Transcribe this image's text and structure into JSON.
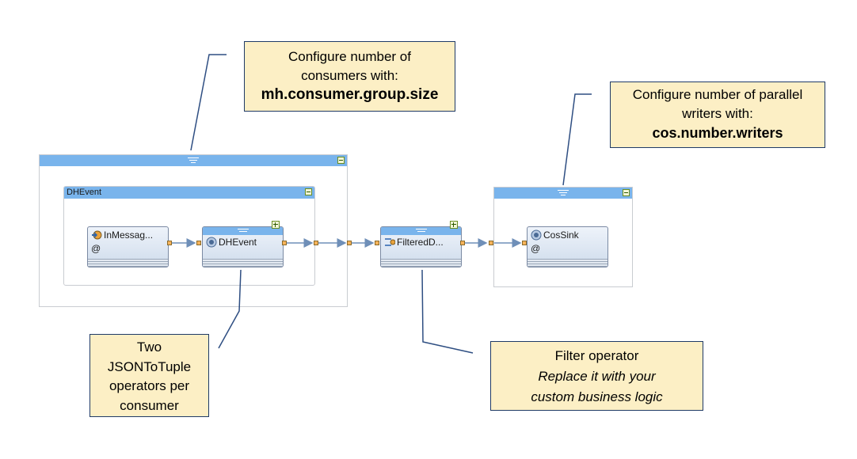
{
  "composites": {
    "dhevent_group_title": "DHEvent"
  },
  "operators": {
    "in_message": {
      "name": "InMessag...",
      "annotation": "@"
    },
    "dhevent": {
      "name": "DHEvent"
    },
    "filtered": {
      "name": "FilteredD..."
    },
    "cossink": {
      "name": "CosSink",
      "annotation": "@"
    }
  },
  "notes": {
    "consumers": {
      "line1": "Configure number of",
      "line2": "consumers with:",
      "param": "mh.consumer.group.size"
    },
    "writers": {
      "line1": "Configure number of parallel",
      "line2": "writers with:",
      "param": "cos.number.writers"
    },
    "json": {
      "line1": "Two",
      "line2": "JSONToTuple",
      "line3": "operators per",
      "line4": "consumer"
    },
    "filter": {
      "line1": "Filter operator",
      "line2": "Replace it with your",
      "line3": "custom business logic"
    }
  },
  "colors": {
    "region_bar": "#79b4ec",
    "note_bg": "#fcefc5",
    "note_border": "#1f3a66",
    "stream": "#6f8fb8",
    "port": "#f6b35a"
  },
  "icons": {
    "in_message": "import-adapter-icon",
    "dhevent": "composite-operator-icon",
    "filtered": "filter-operator-icon",
    "cossink": "sink-adapter-icon"
  }
}
